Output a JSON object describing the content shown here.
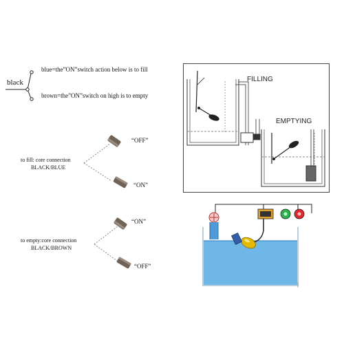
{
  "wiring": {
    "black_label": "black",
    "blue_line": "blue=the”ON”switch action below is to fill",
    "brown_line": "brown=the”ON”switch on high is to empty"
  },
  "fill_connection": {
    "title": "to fill: core connection",
    "colors": "BLACK/BLUE",
    "top_state": "“OFF”",
    "bottom_state": "“ON”"
  },
  "empty_connection": {
    "title": "to empty:core connection",
    "colors": "BLACK/BROWN",
    "top_state": "“ON”",
    "bottom_state": "“OFF”"
  },
  "illustration": {
    "filling_label": "FILLING",
    "emptying_label": "EMPTYING"
  },
  "colors": {
    "water": "#6fb7e6",
    "float_switch": "#7a6a5a",
    "indicator_green": "#2bb24c",
    "indicator_red": "#e0262b",
    "float_ball": "#e6b800"
  }
}
